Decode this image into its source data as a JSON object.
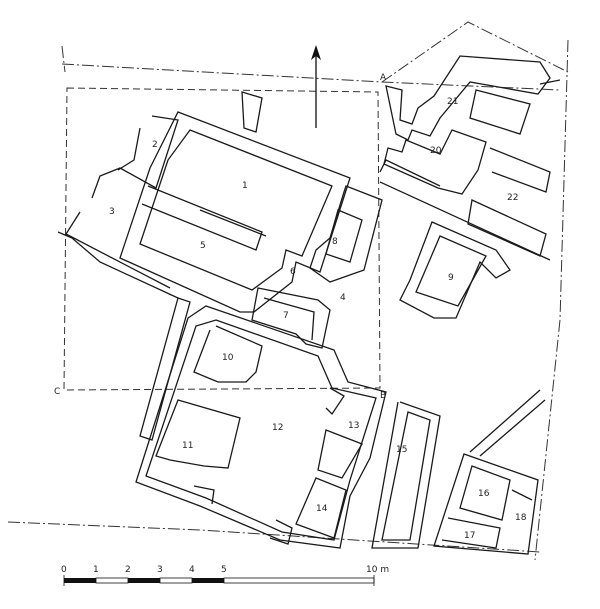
{
  "rooms": [
    {
      "id": "r1",
      "label": "1"
    },
    {
      "id": "r2",
      "label": "2"
    },
    {
      "id": "r3",
      "label": "3"
    },
    {
      "id": "r4",
      "label": "4"
    },
    {
      "id": "r5",
      "label": "5"
    },
    {
      "id": "r6",
      "label": "6"
    },
    {
      "id": "r7",
      "label": "7"
    },
    {
      "id": "r8",
      "label": "8"
    },
    {
      "id": "r9",
      "label": "9"
    },
    {
      "id": "r10",
      "label": "10"
    },
    {
      "id": "r11",
      "label": "11"
    },
    {
      "id": "r12",
      "label": "12"
    },
    {
      "id": "r13",
      "label": "13"
    },
    {
      "id": "r14",
      "label": "14"
    },
    {
      "id": "r15",
      "label": "15"
    },
    {
      "id": "r16",
      "label": "16"
    },
    {
      "id": "r17",
      "label": "17"
    },
    {
      "id": "r18",
      "label": "18"
    },
    {
      "id": "r20",
      "label": "20"
    },
    {
      "id": "r21",
      "label": "21"
    },
    {
      "id": "r22",
      "label": "22"
    }
  ],
  "section_markers": {
    "a": "A",
    "b": "B",
    "c": "C"
  },
  "scale_bar": {
    "ticks": [
      "0",
      "1",
      "2",
      "3",
      "4",
      "5"
    ],
    "end_label": "10 m"
  },
  "north_arrow": {
    "symbol": "north-arrow"
  }
}
